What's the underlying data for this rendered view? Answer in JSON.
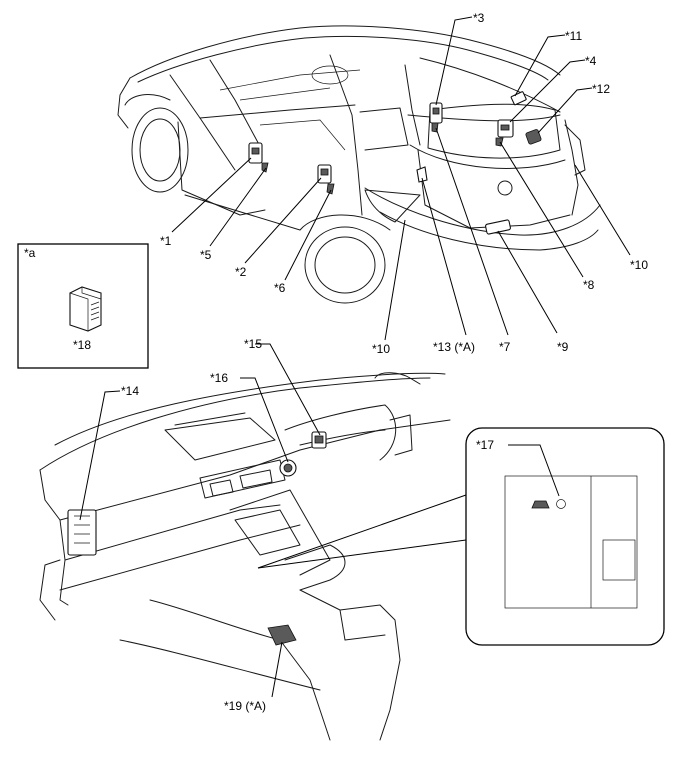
{
  "labels": {
    "c1": "*1",
    "c2": "*2",
    "c3": "*3",
    "c4": "*4",
    "c5": "*5",
    "c6": "*6",
    "c7": "*7",
    "c8": "*8",
    "c9": "*9",
    "c10a": "*10",
    "c10b": "*10",
    "c11": "*11",
    "c12": "*12",
    "c13": "*13 (*A)",
    "c14": "*14",
    "c15": "*15",
    "c16": "*16",
    "c17": "*17",
    "c18": "*18",
    "c19": "*19 (*A)",
    "ca": "*a"
  }
}
